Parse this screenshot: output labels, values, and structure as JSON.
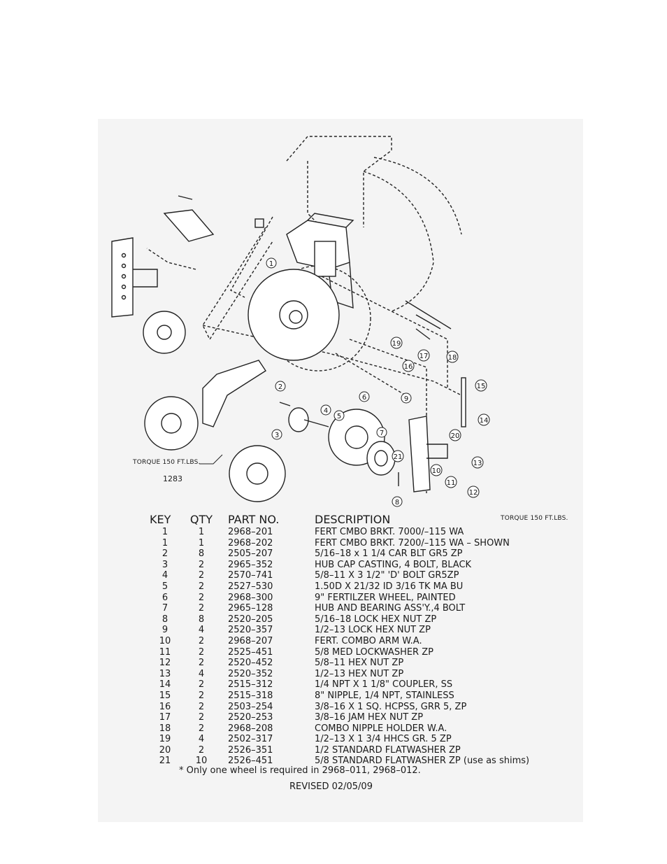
{
  "drawing": {
    "callouts": [
      "1",
      "2",
      "3",
      "4",
      "5",
      "6",
      "7",
      "8",
      "9",
      "10",
      "11",
      "12",
      "13",
      "14",
      "15",
      "16",
      "17",
      "18",
      "19",
      "20",
      "21"
    ],
    "torque_left": "TORQUE 150 FT.LBS.",
    "torque_right": "TORQUE 150 FT.LBS.",
    "drawing_number": "1283"
  },
  "table": {
    "headers": {
      "key": "KEY",
      "qty": "QTY",
      "part": "PART NO.",
      "desc": "DESCRIPTION"
    },
    "rows": [
      {
        "key": "1",
        "qty": "1",
        "part": "2968–201",
        "desc": "FERT CMBO BRKT. 7000/–115 WA"
      },
      {
        "key": "1",
        "qty": "1",
        "part": "2968–202",
        "desc": "FERT CMBO BRKT. 7200/–115 WA – SHOWN"
      },
      {
        "key": "2",
        "qty": "8",
        "part": "2505–207",
        "desc": "5/16–18 x 1 1/4 CAR BLT GR5 ZP"
      },
      {
        "key": "3",
        "qty": "2",
        "part": "2965–352",
        "desc": "HUB CAP CASTING, 4 BOLT, BLACK"
      },
      {
        "key": "4",
        "qty": "2",
        "part": "2570–741",
        "desc": "5/8–11 X 3 1/2\" 'D' BOLT GR5ZP"
      },
      {
        "key": "5",
        "qty": "2",
        "part": "2527–530",
        "desc": "1.50D X 21/32 ID 3/16 TK MA BU"
      },
      {
        "key": "6",
        "qty": "2",
        "part": "2968–300",
        "desc": "9\" FERTILZER WHEEL, PAINTED"
      },
      {
        "key": "7",
        "qty": "2",
        "part": "2965–128",
        "desc": "HUB AND BEARING ASS'Y.,4 BOLT"
      },
      {
        "key": "8",
        "qty": "8",
        "part": "2520–205",
        "desc": "5/16–18 LOCK HEX NUT ZP"
      },
      {
        "key": "9",
        "qty": "4",
        "part": "2520–357",
        "desc": "1/2–13 LOCK HEX NUT ZP"
      },
      {
        "key": "10",
        "qty": "2",
        "part": "2968–207",
        "desc": "FERT. COMBO ARM W.A."
      },
      {
        "key": "11",
        "qty": "2",
        "part": "2525–451",
        "desc": "5/8 MED LOCKWASHER ZP"
      },
      {
        "key": "12",
        "qty": "2",
        "part": "2520–452",
        "desc": "5/8–11 HEX NUT ZP"
      },
      {
        "key": "13",
        "qty": "4",
        "part": "2520–352",
        "desc": "1/2–13 HEX NUT ZP"
      },
      {
        "key": "14",
        "qty": "2",
        "part": "2515–312",
        "desc": "1/4 NPT X 1 1/8\" COUPLER, SS"
      },
      {
        "key": "15",
        "qty": "2",
        "part": "2515–318",
        "desc": "8\" NIPPLE, 1/4 NPT, STAINLESS"
      },
      {
        "key": "16",
        "qty": "2",
        "part": "2503–254",
        "desc": "3/8–16 X 1 SQ. HCPSS, GRR 5, ZP"
      },
      {
        "key": "17",
        "qty": "2",
        "part": "2520–253",
        "desc": "3/8–16 JAM HEX NUT ZP"
      },
      {
        "key": "18",
        "qty": "2",
        "part": "2968–208",
        "desc": "COMBO NIPPLE HOLDER W.A."
      },
      {
        "key": "19",
        "qty": "4",
        "part": "2502–317",
        "desc": "1/2–13 X 1 3/4 HHCS GR. 5 ZP"
      },
      {
        "key": "20",
        "qty": "2",
        "part": "2526–351",
        "desc": "1/2 STANDARD FLATWASHER ZP"
      },
      {
        "key": "21",
        "qty": "10",
        "part": "2526–451",
        "desc": "5/8 STANDARD FLATWASHER ZP (use as shims)"
      }
    ]
  },
  "footnote": "* Only one wheel is required in 2968–011, 2968–012.",
  "revised": "REVISED 02/05/09"
}
